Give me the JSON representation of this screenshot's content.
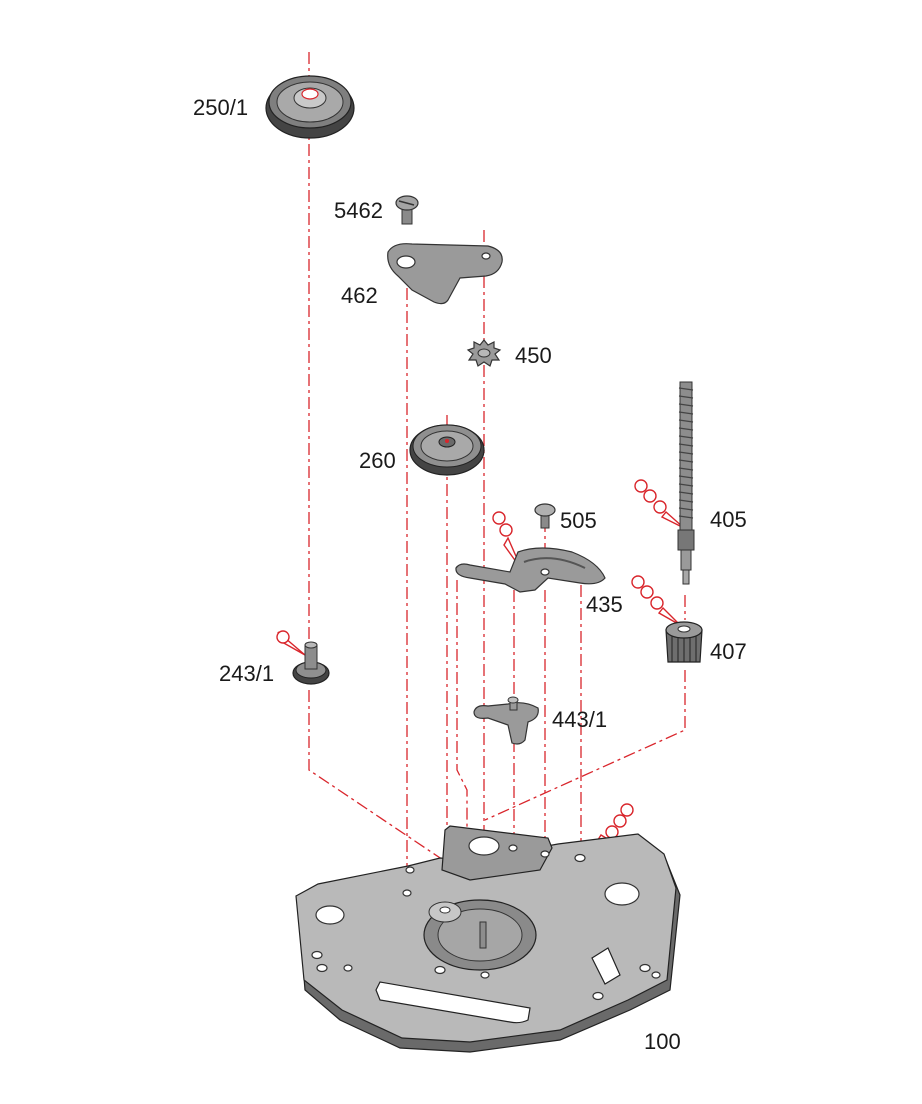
{
  "labels": {
    "part_250_1": "250/1",
    "part_5462": "5462",
    "part_462": "462",
    "part_450": "450",
    "part_260": "260",
    "part_505": "505",
    "part_405": "405",
    "part_435": "435",
    "part_407": "407",
    "part_243_1": "243/1",
    "part_443_1": "443/1",
    "part_100": "100"
  },
  "colors": {
    "guide_line": "#d9262c",
    "metal": "#9a9a9a",
    "metal_light": "#c8c8c8",
    "outline": "#333333"
  }
}
